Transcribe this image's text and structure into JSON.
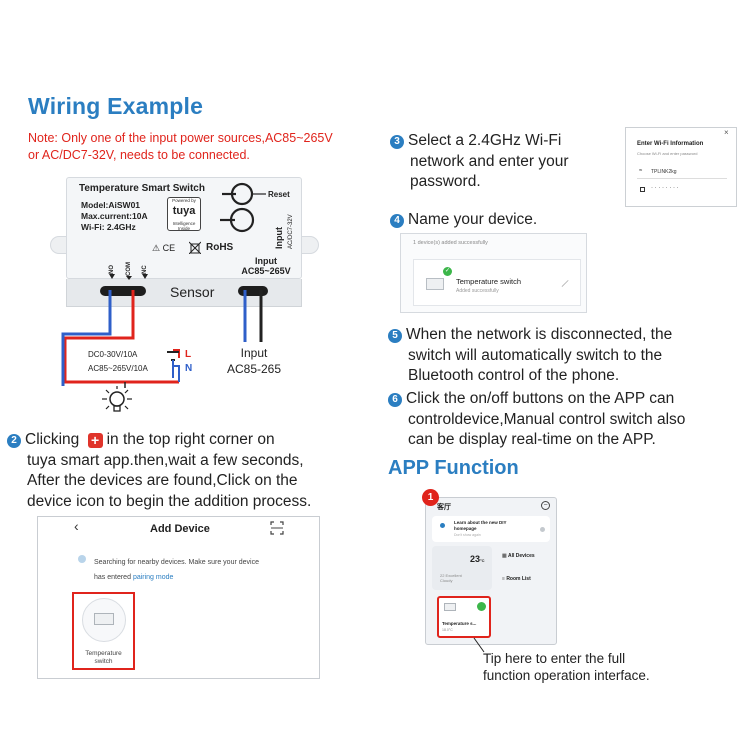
{
  "wiring": {
    "title": "Wiring Example",
    "note_line1": "Note: Only one of the input power sources,AC85~265V",
    "note_line2": "or AC/DC7-32V, needs to be connected."
  },
  "device": {
    "title": "Temperature Smart Switch",
    "model": "Model:AiSW01",
    "current": "Max.current:10A",
    "wifi": "Wi-Fi: 2.4GHz",
    "powered_by": "Powered by",
    "brand": "tuya",
    "intelligence": "Intelligence Inside",
    "reset": "Reset",
    "input_dc_title": "Input",
    "input_dc_value": "AC/DC7-32V",
    "rohs": "RoHS",
    "cert": "⚠ CE",
    "input_ac_line1": "Input",
    "input_ac_line2": "AC85~265V",
    "terminal_no": "NO",
    "terminal_com": "COM",
    "terminal_nc": "NC",
    "sensor": "Sensor"
  },
  "circuit": {
    "load_line1": "DC0-30V/10A",
    "load_line2": "AC85~265V/10A",
    "L": "L",
    "N": "N",
    "input_line1": "Input",
    "input_line2": "AC85-265"
  },
  "steps": {
    "s2_num": "2",
    "s2_a": "Clicking",
    "s2_b": "in the top right corner on",
    "s2_line2": "tuya smart app.then,wait a few seconds,",
    "s2_line3": "After the devices are found,Click on the",
    "s2_line4": "device icon to begin the addition process.",
    "s3_num": "3",
    "s3_line1": "Select a 2.4GHz Wi-Fi",
    "s3_line2": "network and enter your",
    "s3_line3": "password.",
    "s4_num": "4",
    "s4_line1": "Name your device.",
    "s5_num": "5",
    "s5_line1": "When the network is disconnected, the",
    "s5_line2": "switch will automatically switch to the",
    "s5_line3": "Bluetooth control of the phone.",
    "s6_num": "6",
    "s6_line1": "Click the on/off buttons on the APP can",
    "s6_line2": "controldevice,Manual control switch also",
    "s6_line3": "can be display real-time on the APP."
  },
  "wifi_card": {
    "title": "Enter Wi-Fi Information",
    "subtitle": "Choose Wi-Fi and enter password",
    "ssid": "TPLINK2kg",
    "password": "· · · · · · · ·"
  },
  "name_card": {
    "header": "1 device(s) added successfully",
    "device_name": "Temperature switch",
    "status": "Added successfully"
  },
  "add_device": {
    "title": "Add Device",
    "searching": "Searching for nearby devices. Make sure your device",
    "entered": "has entered",
    "pairing": "pairing mode",
    "device_line1": "Temperature",
    "device_line2": "switch"
  },
  "app": {
    "title": "APP Function",
    "marker": "1",
    "home": "客厅",
    "banner_line1": "Learn about the new DIY",
    "banner_line2": "homepage",
    "banner_sub": "Don't show again",
    "temp": "23",
    "temp_unit": "°C",
    "weather_line1": "22 Excellent",
    "weather_line2": "Cloudy",
    "all_devices": "All Devices",
    "room_list": "Room List",
    "device_name": "Temperature s...",
    "device_sub": "18.0°C",
    "tip_line1": "Tip here to enter the full",
    "tip_line2": "function operation interface."
  }
}
